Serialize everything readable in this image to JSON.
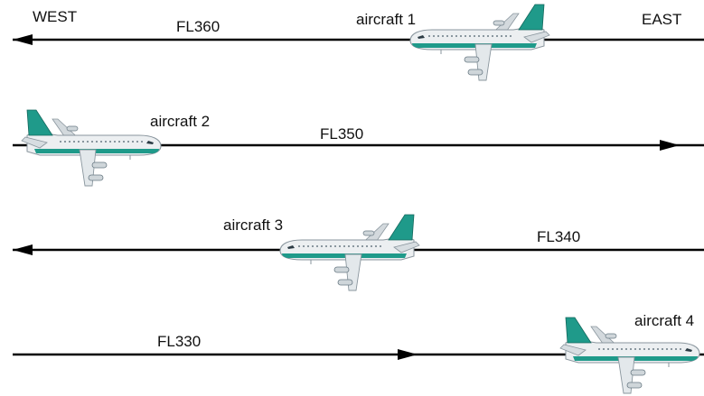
{
  "directions": {
    "west": "WEST",
    "east": "EAST"
  },
  "flight_levels": [
    {
      "label": "FL360",
      "direction": "west"
    },
    {
      "label": "FL350",
      "direction": "east"
    },
    {
      "label": "FL340",
      "direction": "west"
    },
    {
      "label": "FL330",
      "direction": "east"
    }
  ],
  "aircraft": [
    {
      "label": "aircraft 1",
      "heading": "west"
    },
    {
      "label": "aircraft 2",
      "heading": "east"
    },
    {
      "label": "aircraft 3",
      "heading": "west"
    },
    {
      "label": "aircraft 4",
      "heading": "east"
    }
  ],
  "colors": {
    "line": "#000000",
    "fuselage": "#e9edef",
    "tail": "#1f9a8a",
    "stripe": "#1f9a8a"
  },
  "icons": {
    "arrow": "arrow-icon",
    "aircraft": "airliner-icon"
  }
}
